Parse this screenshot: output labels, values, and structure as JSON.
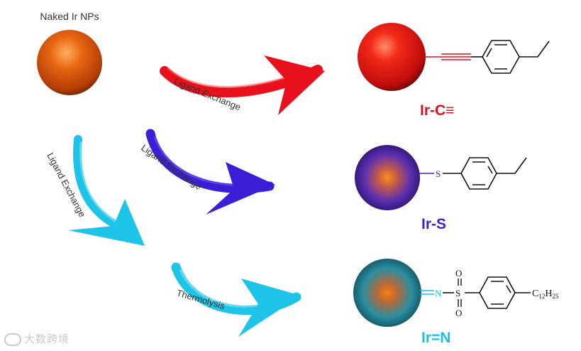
{
  "source_label": "Naked Ir NPs",
  "arrows": {
    "red": "Ligand Exchange",
    "blue": "Ligand Exchange",
    "cyan_left": "Ligand Exchange",
    "cyan_bottom": "Thermolysis"
  },
  "products": {
    "alkynyl": {
      "label": "Ir-C≡",
      "color": "#e0111e"
    },
    "thiolate": {
      "label": "Ir-S",
      "color": "#3b22cc",
      "atom": "S"
    },
    "imido": {
      "label": "Ir=N",
      "color": "#16c2e6",
      "atom": "N",
      "sulfonyl": "S",
      "oxygen": "O",
      "c_sym": "C",
      "c_sub": "12",
      "h_sym": "H",
      "h_sub": "25"
    }
  },
  "colors": {
    "naked": "#d9530c",
    "red_arrow": "#e8101c",
    "blue_arrow": "#3a1fd6",
    "cyan_arrow": "#1ec4e8"
  },
  "watermark": "大数跨境"
}
